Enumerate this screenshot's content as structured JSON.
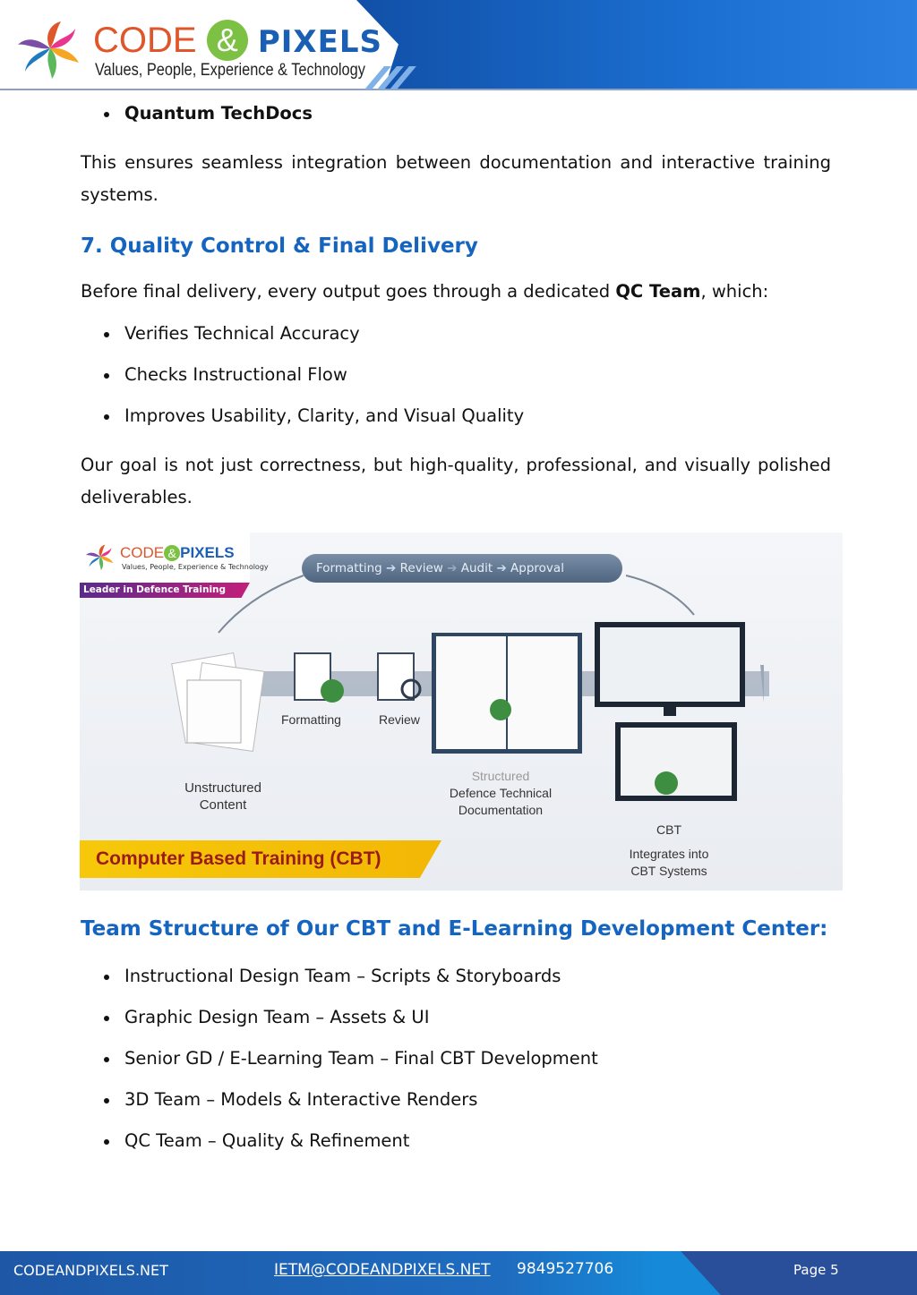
{
  "header": {
    "brand_code": "CODE",
    "brand_amp": "&",
    "brand_pixels": "PIXELS",
    "tagline": "Values, People, Experience & Technology"
  },
  "top_bullet": "Quantum TechDocs",
  "intro_paragraph": "This ensures seamless integration between documentation and interactive training systems.",
  "section7": {
    "heading": "7. Quality Control & Final Delivery",
    "lead_before": "Before final delivery, every output goes through a dedicated ",
    "lead_bold": "QC Team",
    "lead_after": ", which:",
    "bullets": [
      "Verifies Technical Accuracy",
      "Checks Instructional Flow",
      "Improves Usability, Clarity, and Visual Quality"
    ],
    "closing": "Our goal is not just correctness, but high-quality, professional, and visually polished deliverables."
  },
  "figure": {
    "logo_code": "CODE",
    "logo_amp": "&",
    "logo_pixels": "PIXELS",
    "logo_tagline": "Values, People, Experience & Technology",
    "ribbon": "Leader in Defence Training Aids",
    "pipeline": [
      "Formatting",
      "Review",
      "Audit",
      "Approval"
    ],
    "step_formatting": "Formatting",
    "step_review": "Review",
    "unstructured_1": "Unstructured",
    "unstructured_2": "Content",
    "structured_1": "Structured",
    "structured_2": "Defence Technical",
    "structured_3": "Documentation",
    "cbt": "CBT",
    "integrates_1": "Integrates into",
    "integrates_2": "CBT Systems",
    "banner": "Computer Based Training (CBT)"
  },
  "team": {
    "heading": "Team Structure of Our CBT and E-Learning Development Center:",
    "bullets": [
      "Instructional Design Team – Scripts & Storyboards",
      "Graphic Design Team – Assets & UI",
      "Senior GD / E-Learning Team – Final CBT Development",
      "3D Team – Models & Interactive Renders",
      "QC Team – Quality & Refinement"
    ]
  },
  "footer": {
    "website": "CODEANDPIXELS.NET",
    "email": "IETM@CODEANDPIXELS.NET",
    "phone": "9849527706",
    "page": "Page 5"
  }
}
